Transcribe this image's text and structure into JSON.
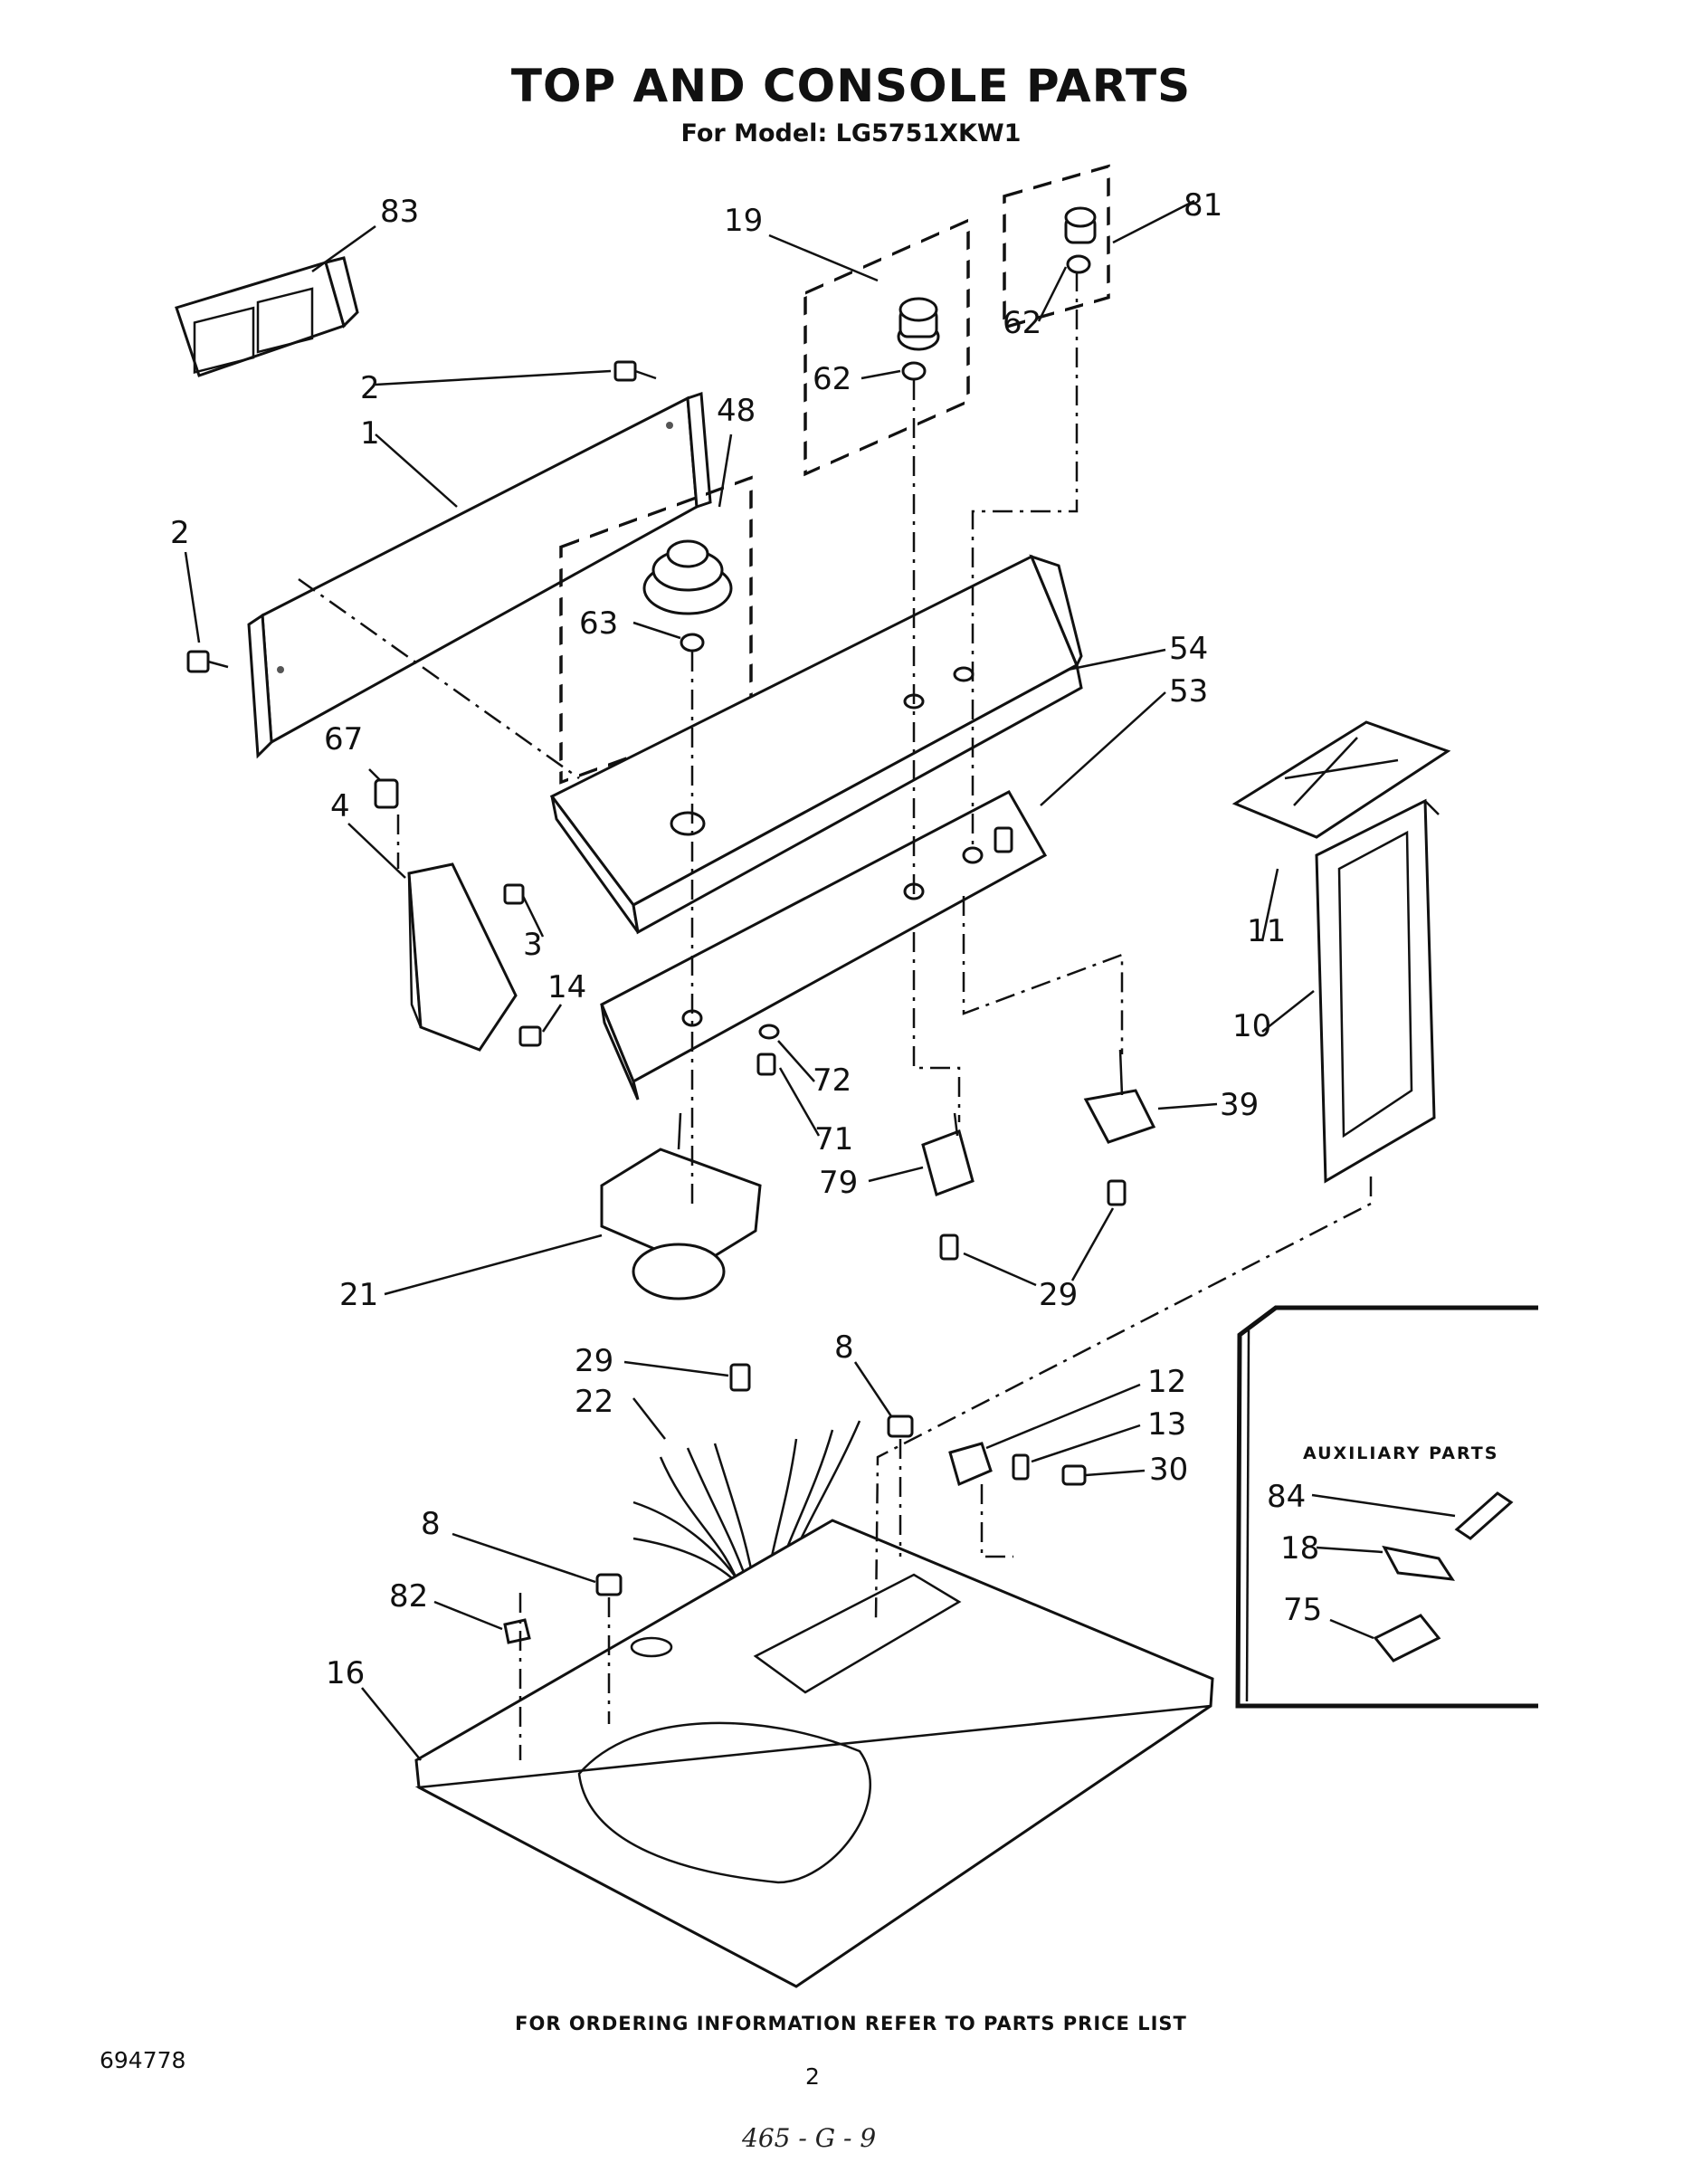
{
  "title": "TOP AND CONSOLE PARTS",
  "subtitle": "For Model: LG5751XKW1",
  "footer": "FOR ORDERING INFORMATION REFER TO PARTS PRICE LIST",
  "doc_number": "694778",
  "page_number": "2",
  "handwritten_note": "465 - G - 9",
  "auxiliary": {
    "heading": "AUXILIARY PARTS",
    "items": [
      "84",
      "18",
      "75"
    ]
  },
  "callouts": {
    "c83": "83",
    "c2a": "2",
    "c1": "1",
    "c2b": "2",
    "c48": "48",
    "c19": "19",
    "c62a": "62",
    "c81": "81",
    "c62b": "62",
    "c63": "63",
    "c54": "54",
    "c53": "53",
    "c67": "67",
    "c4": "4",
    "c3": "3",
    "c14": "14",
    "c11": "11",
    "c10": "10",
    "c72": "72",
    "c71": "71",
    "c79": "79",
    "c39": "39",
    "c21": "21",
    "c29a": "29",
    "c29b": "29",
    "c22": "22",
    "c8a": "8",
    "c12": "12",
    "c13": "13",
    "c30": "30",
    "c8b": "8",
    "c82": "82",
    "c16": "16"
  }
}
